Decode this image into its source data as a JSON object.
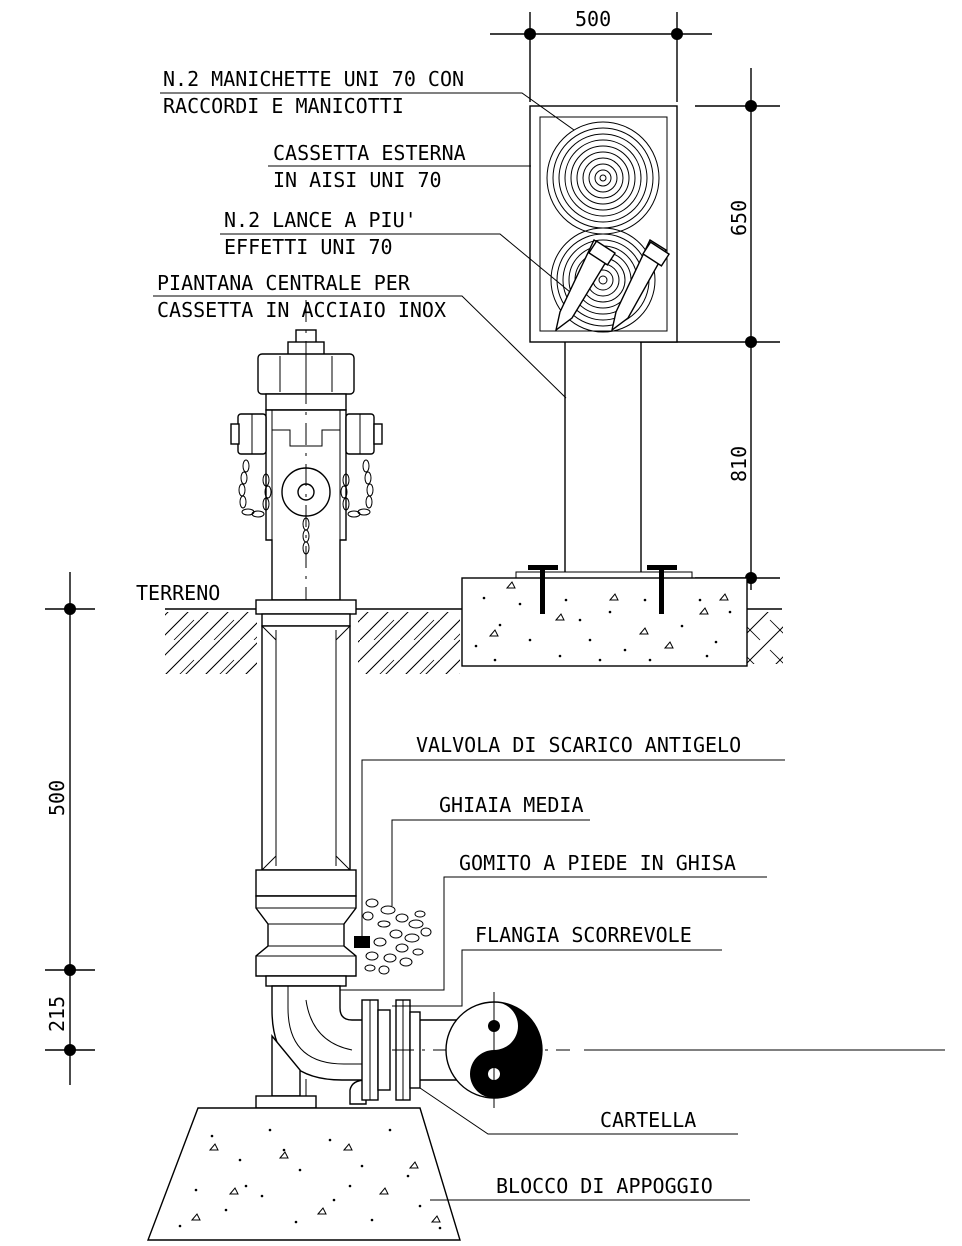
{
  "labels": {
    "manichette_1": "N.2 MANICHETTE UNI 70 CON",
    "manichette_2": "RACCORDI E MANICOTTI",
    "cassetta_1": "CASSETTA ESTERNA",
    "cassetta_2": "IN AISI UNI 70",
    "lance_1": "N.2 LANCE A PIU'",
    "lance_2": "EFFETTI UNI 70",
    "piantana_1": "PIANTANA CENTRALE PER",
    "piantana_2": "CASSETTA IN ACCIAIO INOX",
    "terreno": "TERRENO",
    "valvola": "VALVOLA DI SCARICO ANTIGELO",
    "ghiaia": "GHIAIA MEDIA",
    "gomito": "GOMITO A PIEDE IN GHISA",
    "flangia": "FLANGIA SCORREVOLE",
    "cartella": "CARTELLA",
    "blocco": "BLOCCO DI APPOGGIO"
  },
  "dimensions": {
    "box_width": "500",
    "box_height": "650",
    "post_height": "810",
    "buried_depth": "500",
    "base_depth": "215"
  }
}
